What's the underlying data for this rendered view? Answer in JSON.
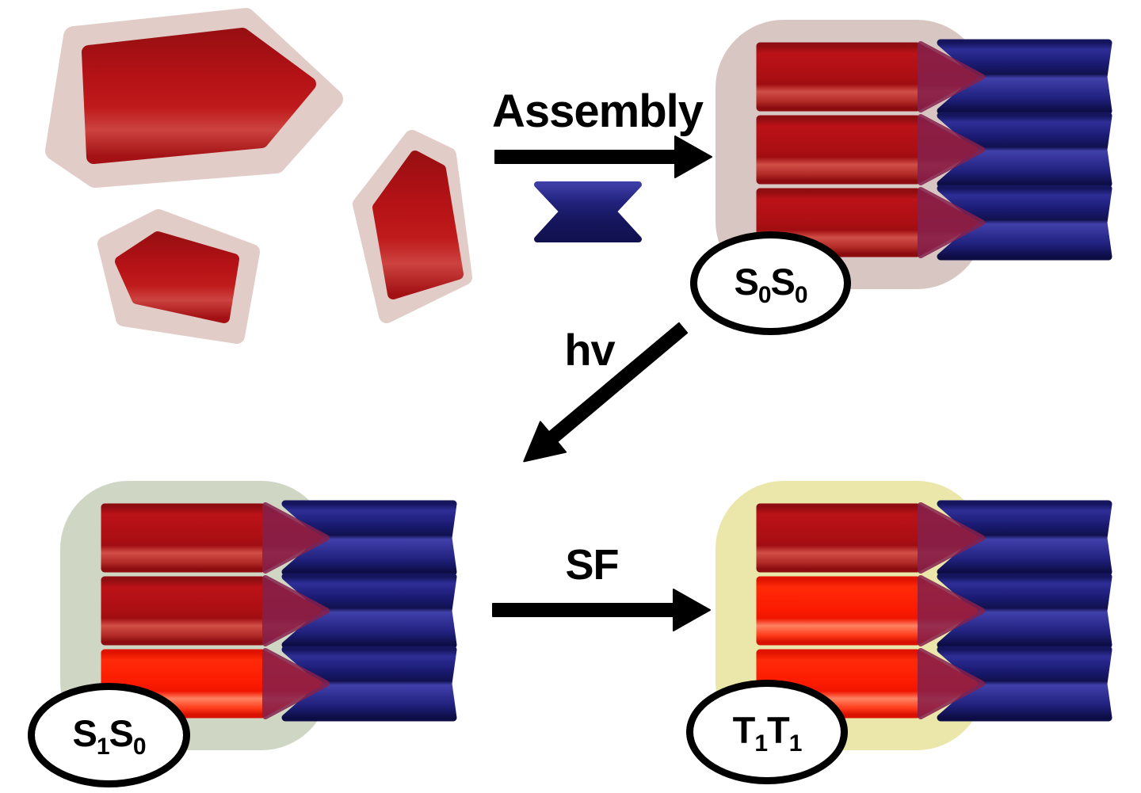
{
  "diagram": {
    "process_labels": {
      "assembly": "Assembly",
      "photoexcitation": "hv",
      "singlet_fission": "SF"
    },
    "state_labels": {
      "s0s0": {
        "b1": "S",
        "u1": "0",
        "b2": "S",
        "u2": "0"
      },
      "s1s0": {
        "b1": "S",
        "u1": "1",
        "b2": "S",
        "u2": "0"
      },
      "t1t1": {
        "b1": "T",
        "u1": "1",
        "b2": "T",
        "u2": "1"
      }
    }
  },
  "colors": {
    "background": "#ffffff",
    "red_dark": "#b01116",
    "red_bright": "#ff1c00",
    "navy": "#1b1b74",
    "overlap_maroon": "#85204c",
    "halo_monomer": "#dfc8c3",
    "halo_s0s0": "#d6c3bf",
    "halo_s1s0": "#ccd4c1",
    "halo_t1t1": "#eae6a6",
    "arrow": "#000000",
    "label_bg": "#ffffff",
    "label_border": "#000000"
  }
}
